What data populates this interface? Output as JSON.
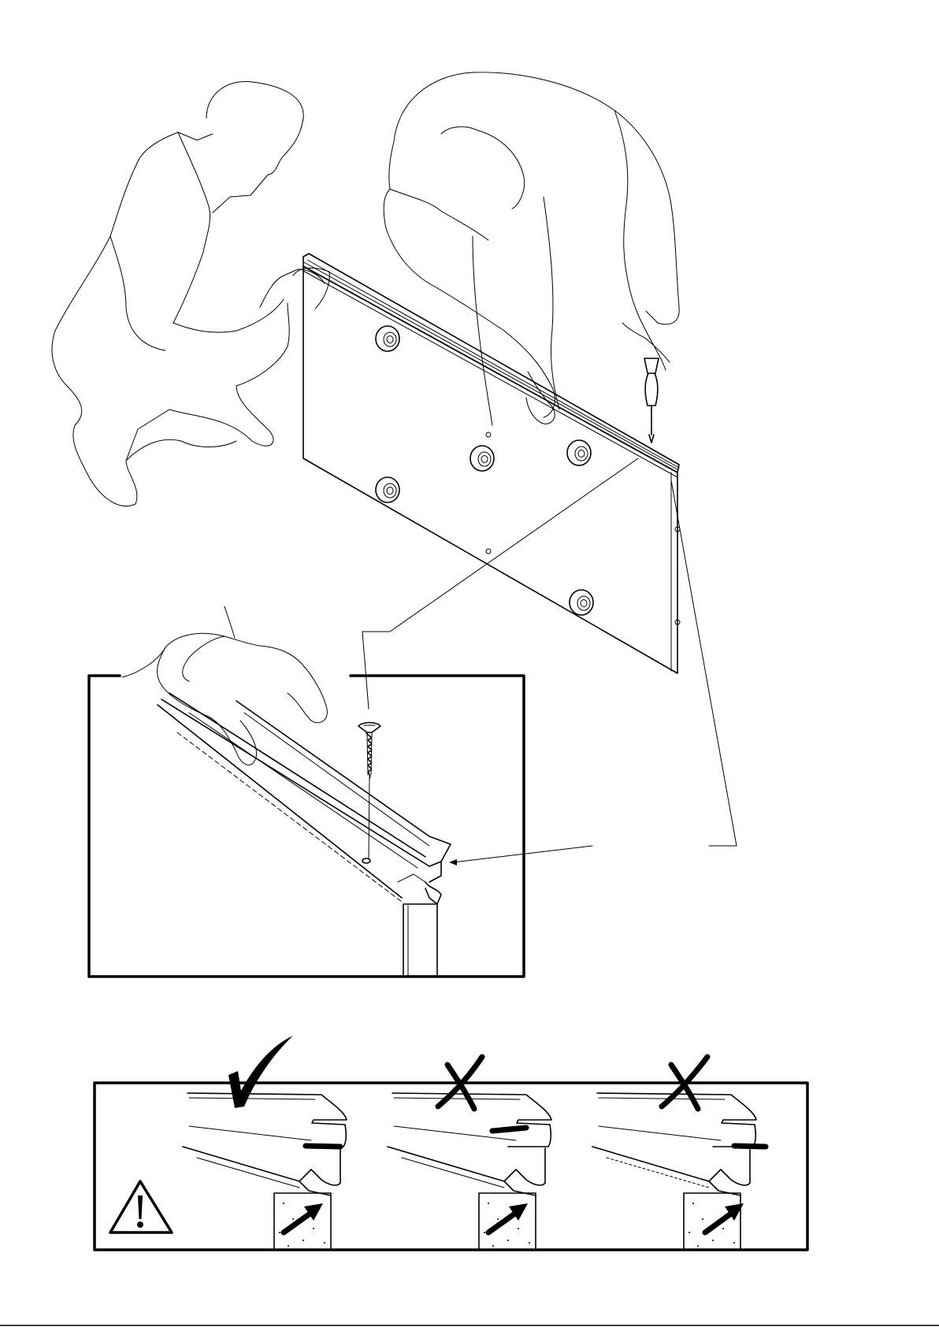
{
  "diagram": {
    "verdicts": [
      "correct",
      "incorrect",
      "incorrect"
    ],
    "icons": {
      "check": "check-mark-icon",
      "cross": "cross-mark-icon",
      "warning": "warning-triangle-icon",
      "screw": "screw-icon",
      "screwdriver": "screwdriver-icon"
    }
  }
}
